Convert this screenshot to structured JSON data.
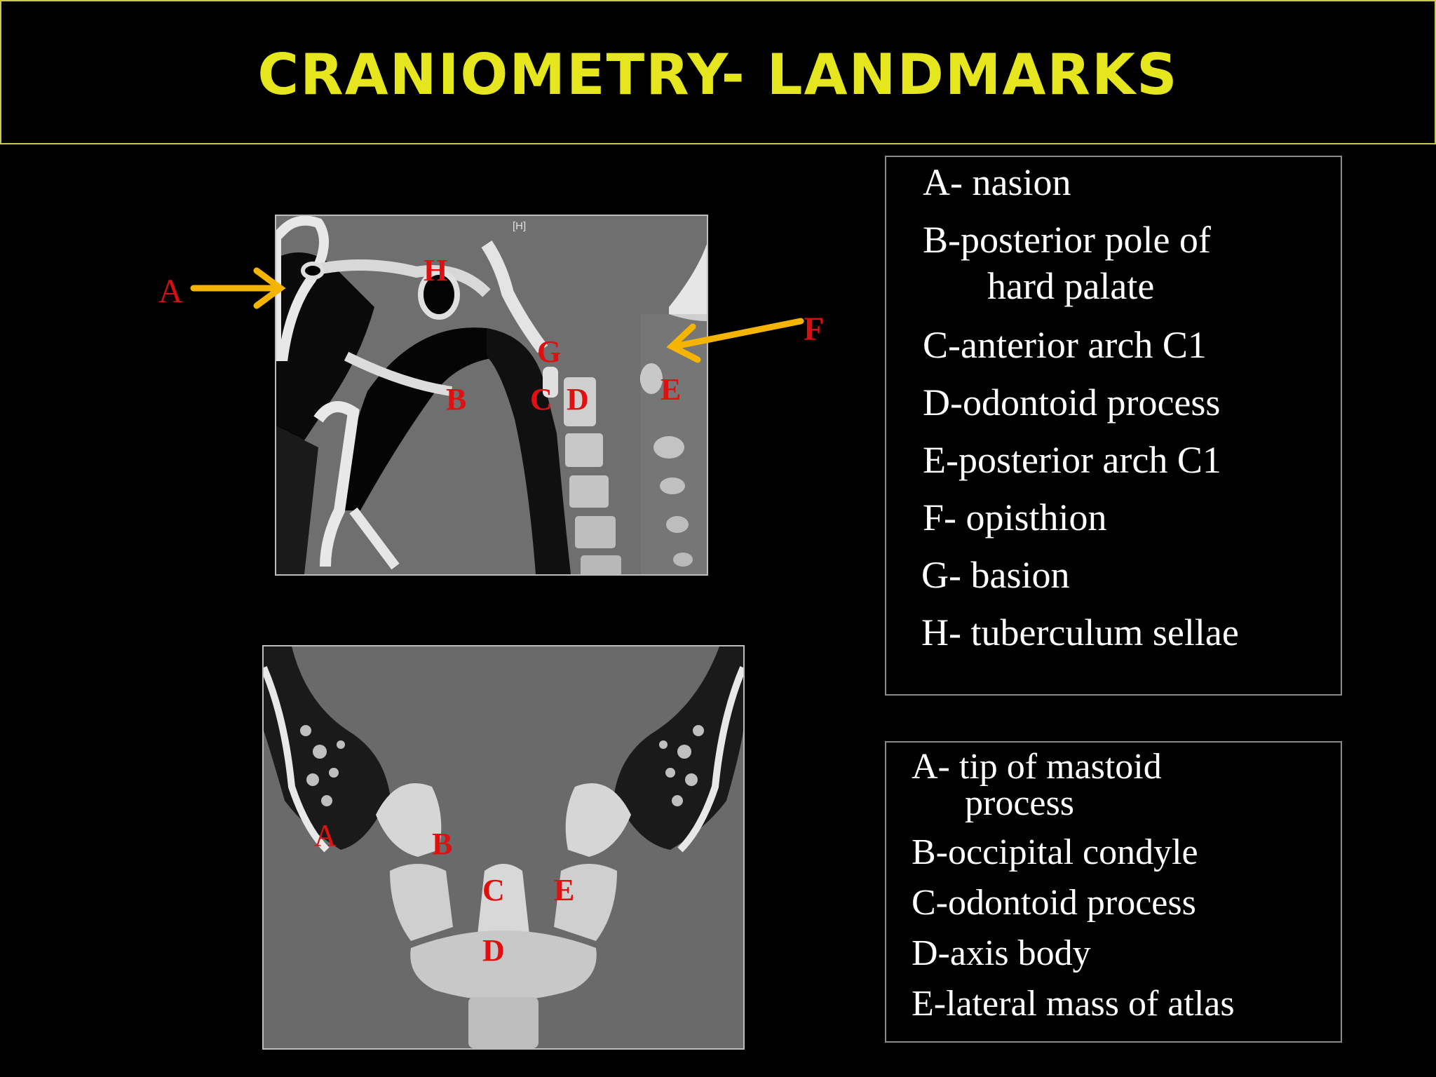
{
  "title": "CRANIOMETRY- LANDMARKS",
  "sagittal": {
    "corner_mark": "[H]",
    "outer_labels": {
      "a": "A",
      "f": "F"
    },
    "labels": {
      "h": "H",
      "g": "G",
      "b": "B",
      "c": "C",
      "d": "D",
      "e": "E"
    },
    "arrow_color": "#f5b400"
  },
  "coronal": {
    "labels": {
      "a": "A",
      "b": "B",
      "c": "C",
      "d": "D",
      "e": "E"
    }
  },
  "legend_sagittal": [
    {
      "line1": "A- nasion"
    },
    {
      "line1": "B-posterior pole of",
      "line2": "hard palate"
    },
    {
      "line1": "C-anterior arch C1"
    },
    {
      "line1": "D-odontoid process"
    },
    {
      "line1": "E-posterior arch C1"
    },
    {
      "line1": "F- opisthion"
    },
    {
      "line1": "G- basion"
    },
    {
      "line1": "H- tuberculum sellae"
    }
  ],
  "legend_coronal": [
    {
      "line1": "A- tip of mastoid",
      "line2": "process"
    },
    {
      "line1": "B-occipital condyle"
    },
    {
      "line1": "C-odontoid process"
    },
    {
      "line1": "D-axis body"
    },
    {
      "line1": "E-lateral mass of atlas"
    }
  ],
  "colors": {
    "title": "#e6e61e",
    "label_red": "#e01010",
    "title_border": "#c9c84a"
  }
}
